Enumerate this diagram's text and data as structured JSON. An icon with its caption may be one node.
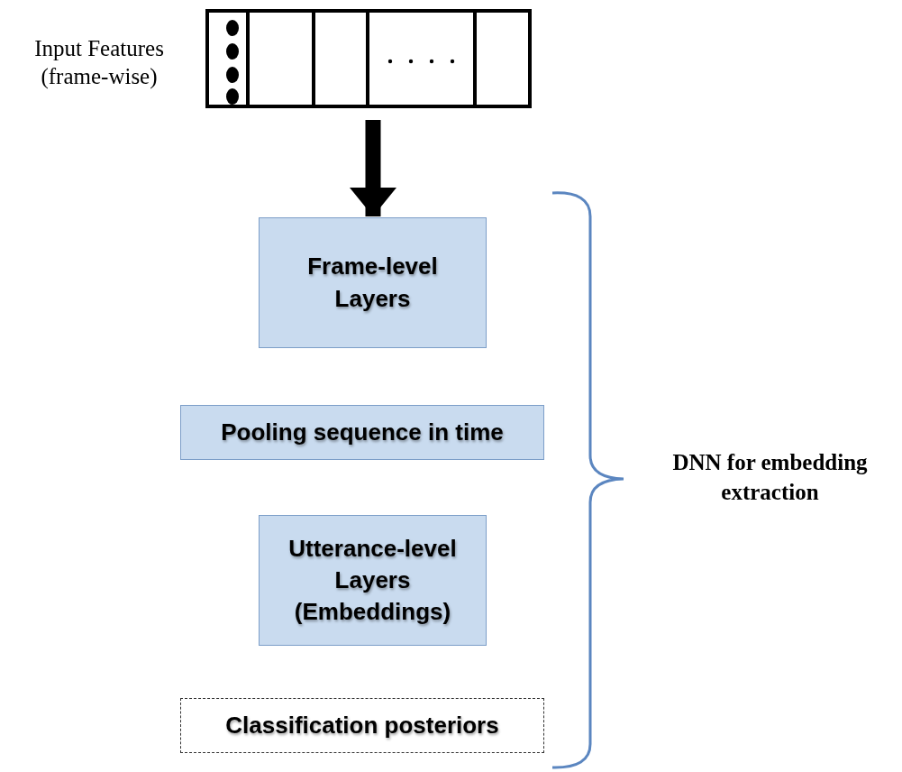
{
  "diagram": {
    "nodes": [
      {
        "text": [],
        "shape": "box",
        "beside": [
          "Input Features (frame-wise)"
        ]
      },
      {
        "text": [
          "Frame-level Layers"
        ]
      },
      {
        "text": [
          "Pooling sequence in time"
        ]
      },
      {
        "text": [
          "Utterance-level Layers (Embeddings)"
        ]
      },
      {
        "text": [
          "Classification posteriors"
        ]
      }
    ],
    "edges": [
      {
        "from": 0,
        "to": 1,
        "arrow": "to"
      }
    ],
    "labels": [
      "DNN for embedding extraction"
    ]
  }
}
